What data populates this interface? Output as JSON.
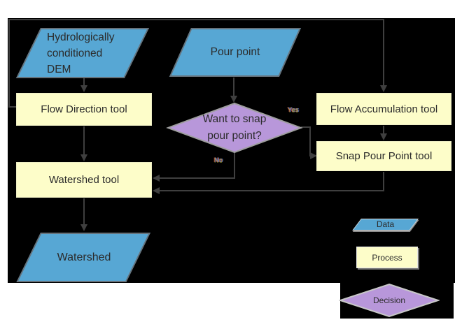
{
  "nodes": {
    "dem": {
      "type": "data",
      "lines": [
        "Hydrologically",
        "conditioned",
        "DEM"
      ]
    },
    "pour_point": {
      "type": "data",
      "label": "Pour point"
    },
    "flow_direction": {
      "type": "process",
      "label": "Flow Direction tool"
    },
    "flow_accumulation": {
      "type": "process",
      "label": "Flow Accumulation tool"
    },
    "snap_pour_point": {
      "type": "process",
      "label": "Snap Pour Point tool"
    },
    "decision_snap": {
      "type": "decision",
      "lines": [
        "Want to snap",
        "pour point?"
      ]
    },
    "watershed_tool": {
      "type": "process",
      "label": "Watershed tool"
    },
    "watershed": {
      "type": "data",
      "label": "Watershed"
    }
  },
  "edges": {
    "yes_label": "Yes",
    "no_label": "No"
  },
  "legend": {
    "data_label": "Data",
    "process_label": "Process",
    "decision_label": "Decision"
  },
  "colors": {
    "data_fill": "#57a7d4",
    "process_fill": "#fdfdc9",
    "decision_fill": "#b897da",
    "background": "#000000",
    "connector": "#3f3f3f",
    "text": "#2b2b2b"
  }
}
